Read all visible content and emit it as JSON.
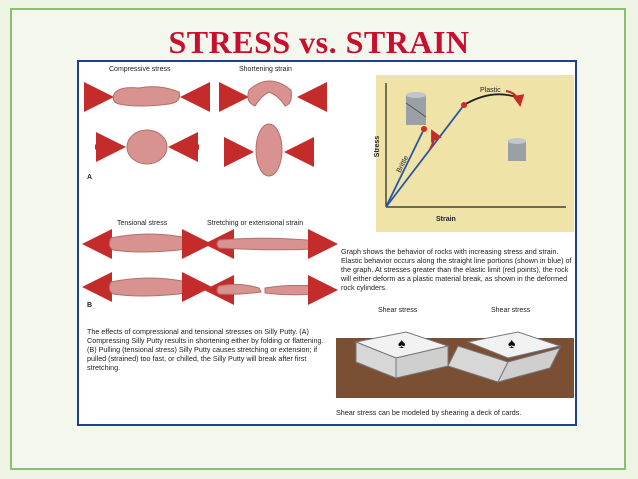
{
  "slide": {
    "title": "STRESS vs. STRAIN",
    "accent_color": "#c8102e",
    "frame_color": "#1f3f8f"
  },
  "figure": {
    "compressive_label": "Compressive stress",
    "shortening_label": "Shortening strain",
    "tensional_label": "Tensional stress",
    "stretching_label": "Stretching or extensional strain",
    "label_a": "A",
    "label_b": "B",
    "putty_caption": "The effects of compressional and tensional stresses on Silly Putty. (A) Compressing Silly Putty results in shortening either by folding or flattening. (B) Pulling (tensional stress) Silly Putty causes stretching or extension; if pulled (strained) too fast, or chilled, the Silly Putty will break after first stretching.",
    "graph": {
      "y_axis_label": "Stress",
      "x_axis_label": "Strain",
      "plastic_label": "Plastic",
      "brittle_label": "Brittle",
      "caption": "Graph shows the behavior of rocks with increasing stress and strain. Elastic behavior occurs along the straight line portions (shown in blue) of the graph. At stresses greater than the elastic limit (red points), the rock will either deform as a plastic material break, as shown in the deformed rock cylinders."
    },
    "shear": {
      "label_left": "Shear stress",
      "label_right": "Shear stress",
      "caption": "Shear stress can be modeled by shearing a deck of cards."
    }
  }
}
